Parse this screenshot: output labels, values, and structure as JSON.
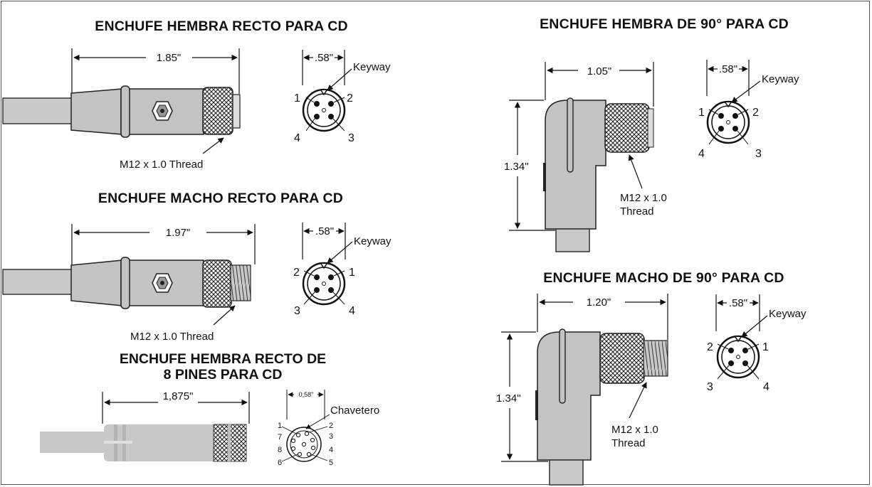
{
  "titles": {
    "straight_female": "ENCHUFE HEMBRA RECTO PARA CD",
    "straight_male": "ENCHUFE MACHO RECTO PARA CD",
    "eight_pin_line1": "ENCHUFE HEMBRA RECTO DE",
    "eight_pin_line2": "8 PINES PARA CD",
    "right_female": "ENCHUFE HEMBRA DE 90° PARA CD",
    "right_male": "ENCHUFE MACHO DE 90° PARA CD"
  },
  "dimensions": {
    "straight_female_length": "1.85\"",
    "straight_male_length": "1.97\"",
    "eight_pin_length": "1,875\"",
    "right_female_length": "1.05\"",
    "right_female_height": "1.34\"",
    "right_male_length": "1.20\"",
    "right_male_height": "1.34\"",
    "face_diameter": ".58\"",
    "eight_pin_face_diameter": "0,58\""
  },
  "labels": {
    "keyway": "Keyway",
    "chavetero": "Chavetero",
    "thread_one_line": "M12 x 1.0 Thread",
    "thread_line1": "M12 x 1.0",
    "thread_line2": "Thread"
  },
  "pins": {
    "female": [
      "1",
      "2",
      "4",
      "3"
    ],
    "male": [
      "2",
      "1",
      "3",
      "4"
    ],
    "eight": [
      "1",
      "2",
      "7",
      "3",
      "8",
      "4",
      "6",
      "5"
    ]
  }
}
